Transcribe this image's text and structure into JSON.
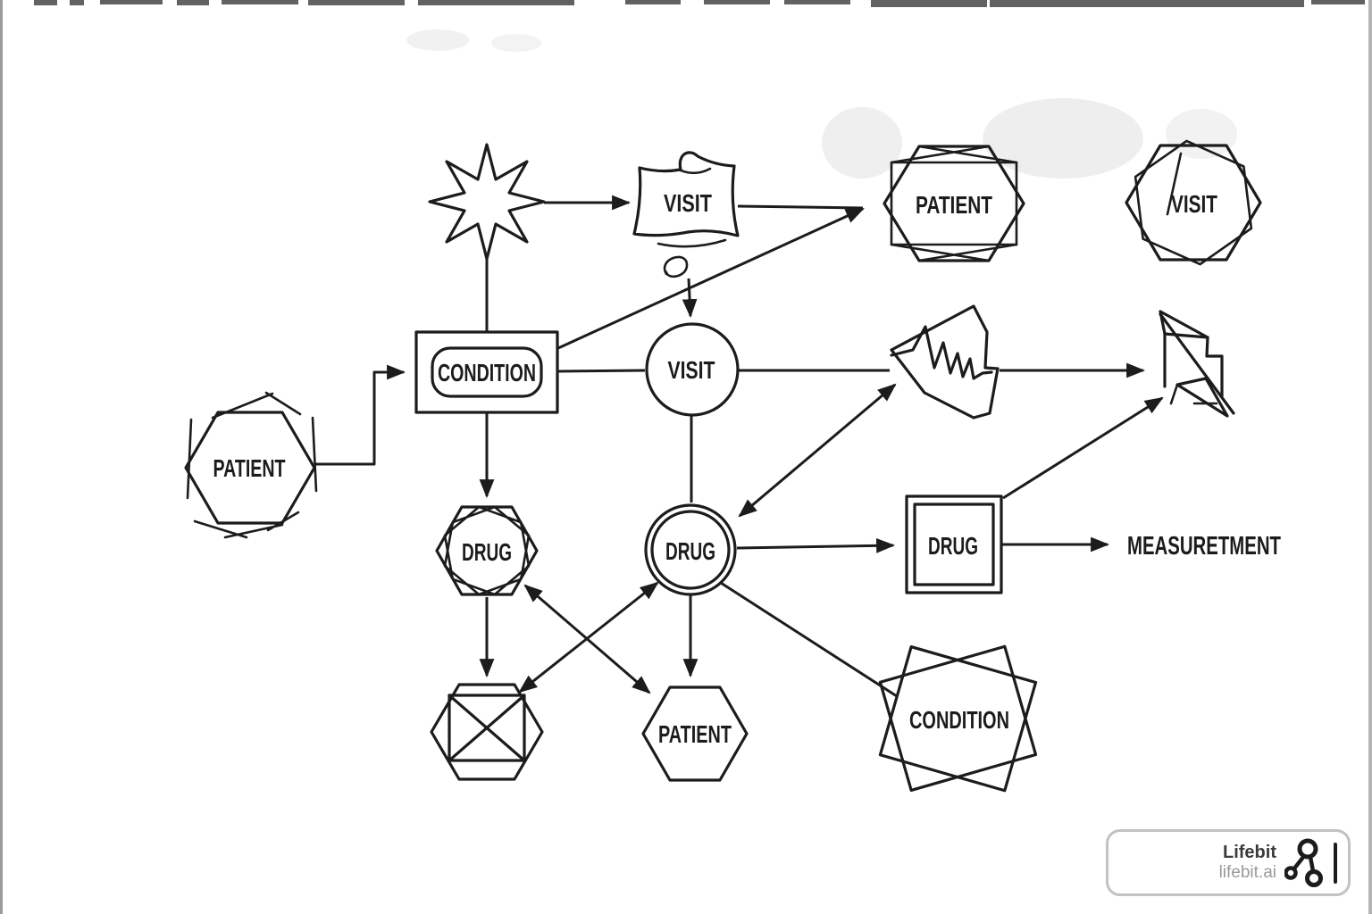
{
  "diagram": {
    "labels": {
      "visit_scroll": "VISIT",
      "patient_top": "PATIENT",
      "visit_hex": "VISIT",
      "condition_main": "CONDITION",
      "visit_circle": "VISIT",
      "patient_left": "PATIENT",
      "drug_hex": "DRUG",
      "drug_circle": "DRUG",
      "drug_square": "DRUG",
      "measurement": "MEASURETMENT",
      "patient_bottom": "PATIENT",
      "condition_bottom": "CONDITION"
    },
    "nodes": [
      {
        "id": "star",
        "label": "",
        "shape": "eight-point-star"
      },
      {
        "id": "visit_scroll",
        "label": "VISIT",
        "shape": "crumpled-note"
      },
      {
        "id": "patient_top",
        "label": "PATIENT",
        "shape": "geometric-hexagon"
      },
      {
        "id": "visit_hex",
        "label": "VISIT",
        "shape": "double-sketch-hexagon"
      },
      {
        "id": "condition_main",
        "label": "CONDITION",
        "shape": "rounded-rect-in-rect"
      },
      {
        "id": "visit_circle",
        "label": "VISIT",
        "shape": "circle"
      },
      {
        "id": "patient_left",
        "label": "PATIENT",
        "shape": "sketch-hexagon"
      },
      {
        "id": "drug_hex",
        "label": "DRUG",
        "shape": "scribble-hexagon"
      },
      {
        "id": "drug_circle",
        "label": "DRUG",
        "shape": "double-circle"
      },
      {
        "id": "heartbeat",
        "label": "",
        "shape": "zigzag-polygon"
      },
      {
        "id": "glyph_right",
        "label": "",
        "shape": "angular-scribble"
      },
      {
        "id": "drug_square",
        "label": "DRUG",
        "shape": "double-square"
      },
      {
        "id": "measurement",
        "label": "MEASURETMENT",
        "shape": "text-only"
      },
      {
        "id": "x_hexagon",
        "label": "",
        "shape": "hexagon-with-x-box"
      },
      {
        "id": "patient_bottom",
        "label": "PATIENT",
        "shape": "hexagon"
      },
      {
        "id": "condition_bottom",
        "label": "CONDITION",
        "shape": "overlapping-squares"
      }
    ],
    "edges": [
      {
        "from": "star",
        "to": "visit_scroll",
        "arrows": "end"
      },
      {
        "from": "star",
        "to": "condition_main",
        "arrows": "none"
      },
      {
        "from": "visit_scroll",
        "to": "patient_top",
        "arrows": "end"
      },
      {
        "from": "condition_main",
        "to": "patient_top",
        "arrows": "end"
      },
      {
        "from": "visit_scroll",
        "to": "visit_circle",
        "arrows": "end"
      },
      {
        "from": "condition_main",
        "to": "visit_circle",
        "arrows": "none"
      },
      {
        "from": "patient_left",
        "to": "condition_main",
        "arrows": "end"
      },
      {
        "from": "condition_main",
        "to": "drug_hex",
        "arrows": "end"
      },
      {
        "from": "visit_circle",
        "to": "heartbeat",
        "arrows": "none"
      },
      {
        "from": "visit_circle",
        "to": "drug_circle",
        "arrows": "none"
      },
      {
        "from": "drug_circle",
        "to": "heartbeat",
        "arrows": "both"
      },
      {
        "from": "heartbeat",
        "to": "glyph_right",
        "arrows": "end"
      },
      {
        "from": "drug_circle",
        "to": "drug_square",
        "arrows": "end"
      },
      {
        "from": "drug_square",
        "to": "measurement",
        "arrows": "end"
      },
      {
        "from": "drug_square",
        "to": "glyph_right",
        "arrows": "end"
      },
      {
        "from": "drug_circle",
        "to": "condition_bottom",
        "arrows": "none"
      },
      {
        "from": "drug_circle",
        "to": "patient_bottom",
        "arrows": "end"
      },
      {
        "from": "drug_hex",
        "to": "patient_bottom",
        "arrows": "both"
      },
      {
        "from": "drug_circle",
        "to": "x_hexagon",
        "arrows": "both"
      },
      {
        "from": "drug_hex",
        "to": "x_hexagon",
        "arrows": "end"
      }
    ]
  },
  "branding": {
    "name": "Lifebit",
    "domain": "lifebit.ai"
  },
  "colors": {
    "ink": "#1c1c1c",
    "background": "#ffffff",
    "badge_border": "#c2c2c2",
    "brand_name_text": "#3b3b3b",
    "brand_domain_text": "#9a9a9a"
  }
}
